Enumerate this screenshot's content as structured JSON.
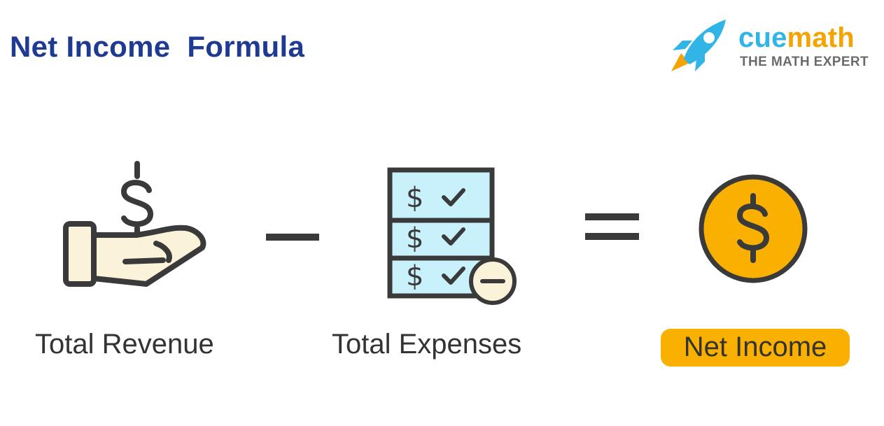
{
  "title": "Net Income  Formula",
  "logo": {
    "word_part1": "cue",
    "word_part2": "math",
    "tagline": "THE MATH EXPERT"
  },
  "formula": {
    "term1_label": "Total Revenue",
    "operator1": "minus",
    "term2_label": "Total Expenses",
    "operator2": "equals",
    "result_label": "Net Income",
    "dollar_sign": "$"
  },
  "colors": {
    "title": "#1f3a93",
    "logo_cue": "#31b4e6",
    "logo_math": "#f5a300",
    "logo_tagline": "#6b6b6b",
    "outline": "#3a3a3a",
    "hand_fill": "#fbf3d9",
    "sheet_fill": "#c8f1fb",
    "coin_fill": "#f9b000",
    "pill_fill": "#f9b000",
    "label_text": "#333333"
  },
  "icons": [
    "rocket-icon",
    "hand-money-icon",
    "expense-sheet-icon",
    "minus-badge-icon",
    "coin-icon"
  ]
}
